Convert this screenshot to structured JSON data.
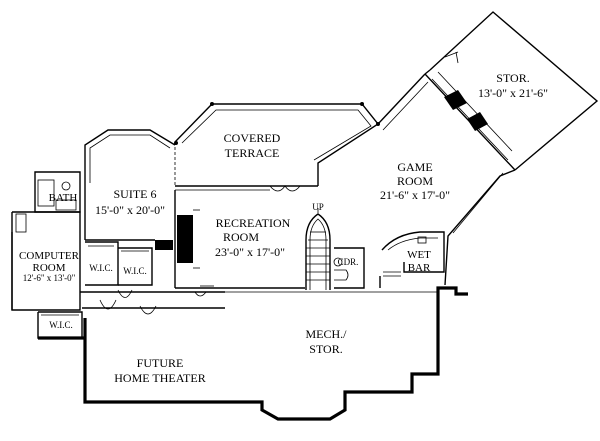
{
  "rooms": {
    "stor": {
      "name": "STOR.",
      "dim": "13'-0\" x 21'-6\""
    },
    "covered_terrace": {
      "line1": "COVERED",
      "line2": "TERRACE"
    },
    "game_room": {
      "line1": "GAME",
      "line2": "ROOM",
      "dim": "21'-6\" x 17'-0\""
    },
    "bath": {
      "name": "BATH"
    },
    "suite6": {
      "name": "SUITE 6",
      "dim": "15'-0\" x 20'-0\""
    },
    "recreation": {
      "line1": "RECREATION",
      "line2": "ROOM",
      "dim": "23'-0\" x 17'-0\""
    },
    "computer": {
      "line1": "COMPUTER",
      "line2": "ROOM",
      "dim": "12'-6\" x 13'-0\""
    },
    "wic1": {
      "name": "W.I.C."
    },
    "wic2": {
      "name": "W.I.C."
    },
    "wic3": {
      "name": "W.I.C."
    },
    "up": {
      "name": "UP"
    },
    "cdr": {
      "name": "CDR."
    },
    "wet_bar": {
      "line1": "WET",
      "line2": "BAR"
    },
    "mech": {
      "line1": "MECH./",
      "line2": "STOR."
    },
    "theater": {
      "line1": "FUTURE",
      "line2": "HOME THEATER"
    }
  }
}
